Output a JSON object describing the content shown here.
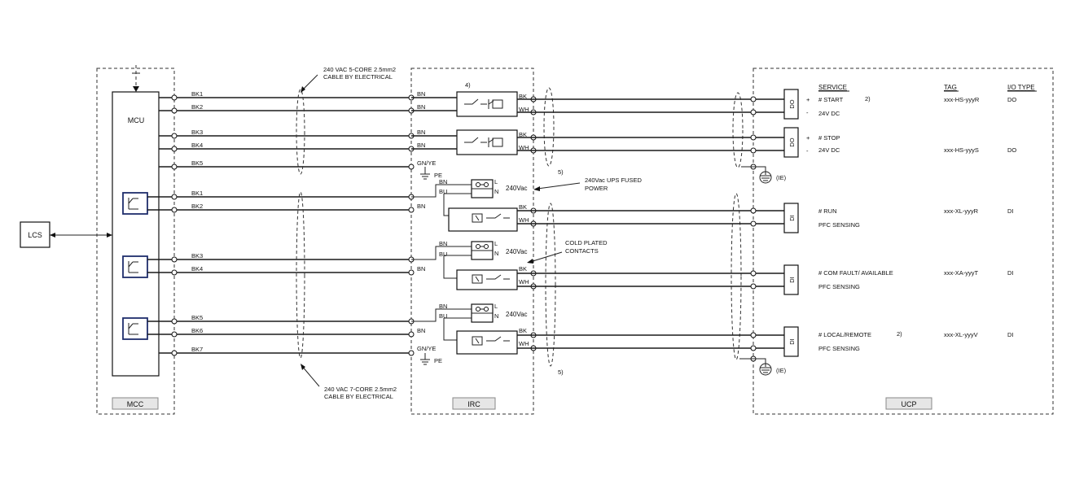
{
  "panels": {
    "mcc": "MCC",
    "irc": "IRC",
    "ucp": "UCP",
    "mcu": "MCU",
    "lcs": "LCS"
  },
  "cables": {
    "top": [
      "240 VAC 5-CORE 2.5mm2",
      "CABLE BY ELECTRICAL"
    ],
    "bottom": [
      "240 VAC 7-CORE 2.5mm2",
      "CABLE BY ELECTRICAL"
    ]
  },
  "mcc_wires": [
    "BK1",
    "BK2",
    "BK3",
    "BK4",
    "BK5",
    "BK1",
    "BK2",
    "BK3",
    "BK4",
    "BK5",
    "BK6",
    "BK7"
  ],
  "irc_left_labels": [
    "BN",
    "BN",
    "BN",
    "BN",
    "GN/YE",
    "BN",
    "BU",
    "BN",
    "BN",
    "BU",
    "BN",
    "BN",
    "BU",
    "BN",
    "GN/YE"
  ],
  "irc_right_labels": [
    "BK",
    "WH",
    "BK",
    "WH",
    "BK",
    "WH",
    "BK",
    "WH",
    "BK",
    "WH"
  ],
  "pe_label": "PE",
  "supply": {
    "voltage": "240Vac",
    "l": "L",
    "n": "N"
  },
  "notes": {
    "n4": "4)",
    "n5": "5)",
    "n2": "2)",
    "ie": "(IE)"
  },
  "callouts": {
    "ups": [
      "240Vac UPS FUSED",
      "POWER"
    ],
    "cold": [
      "COLD PLATED",
      "CONTACTS"
    ]
  },
  "ucp_headers": {
    "service": "SERVICE",
    "tag": "TAG",
    "io_type": "I/O TYPE"
  },
  "io_boxes": [
    "DO",
    "DO",
    "DI",
    "DI",
    "DI"
  ],
  "io_rows": [
    {
      "service": "# START",
      "service2": "24V DC",
      "tag": "xxx-HS-yyyR",
      "type": "DO",
      "note": "2)"
    },
    {
      "service": "# STOP",
      "service2": "24V DC",
      "tag": "xxx-HS-yyyS",
      "type": "DO",
      "note": ""
    },
    {
      "service": "# RUN",
      "service2": "PFC SENSING",
      "tag": "xxx-XL-yyyR",
      "type": "DI",
      "note": ""
    },
    {
      "service": "# COM FAULT/ AVAILABLE",
      "service2": "PFC SENSING",
      "tag": "xxx-XA-yyyT",
      "type": "DI",
      "note": ""
    },
    {
      "service": "# LOCAL/REMOTE",
      "service2": "PFC SENSING",
      "tag": "xxx-XL-yyyV",
      "type": "DI",
      "note": "2)"
    }
  ],
  "signs": {
    "plus": "+",
    "minus": "-"
  }
}
